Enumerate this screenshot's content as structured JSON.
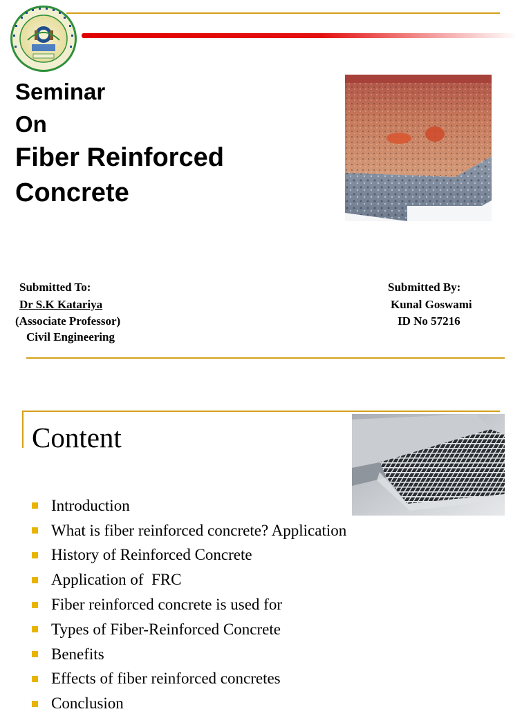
{
  "slide1": {
    "title_lines": [
      "Seminar",
      "On",
      "Fiber Reinforced",
      "Concrete"
    ],
    "submitted_to": {
      "heading": "Submitted To:",
      "name": "Dr S.K Katariya",
      "designation": "(Associate Professor)",
      "department": "Civil Engineering"
    },
    "submitted_by": {
      "heading": "Submitted By:",
      "name": "Kunal Goswami",
      "id": "ID No 57216"
    },
    "colors": {
      "accent_gold": "#d4a017",
      "accent_red": "#e00000"
    }
  },
  "slide2": {
    "title": "Content",
    "items": [
      "Introduction",
      "What is fiber reinforced concrete? Application",
      "History of Reinforced Concrete",
      "Application of  FRC",
      "Fiber reinforced concrete is used for",
      "Types of Fiber-Reinforced Concrete",
      "Benefits",
      "Effects of fiber reinforced concretes",
      "Conclusion"
    ],
    "colors": {
      "bullet": "#e8b400"
    }
  }
}
